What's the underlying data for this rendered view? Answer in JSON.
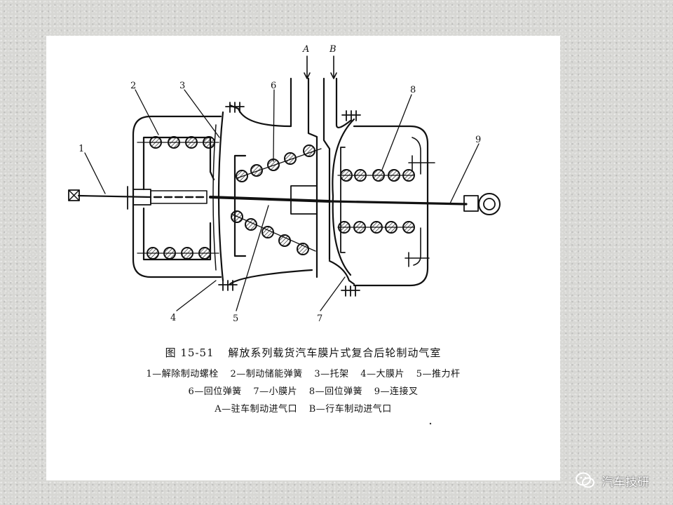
{
  "diagram": {
    "labels": {
      "1": "1",
      "2": "2",
      "3": "3",
      "4": "4",
      "5": "5",
      "6": "6",
      "7": "7",
      "8": "8",
      "9": "9",
      "A": "A",
      "B": "B"
    }
  },
  "caption": {
    "figure_number": "图 15-51",
    "title": "解放系列载货汽车膜片式复合后轮制动气室",
    "legend_rows": [
      [
        "1—解除制动螺栓",
        "2—制动储能弹簧",
        "3—托架",
        "4—大膜片",
        "5—推力杆"
      ],
      [
        "6—回位弹簧",
        "7—小膜片",
        "8—回位弹簧",
        "9—连接叉"
      ],
      [
        "A—驻车制动进气口",
        "B—行车制动进气口"
      ]
    ]
  },
  "watermark": {
    "text": "汽车技研",
    "icon": "wechat-icon"
  }
}
